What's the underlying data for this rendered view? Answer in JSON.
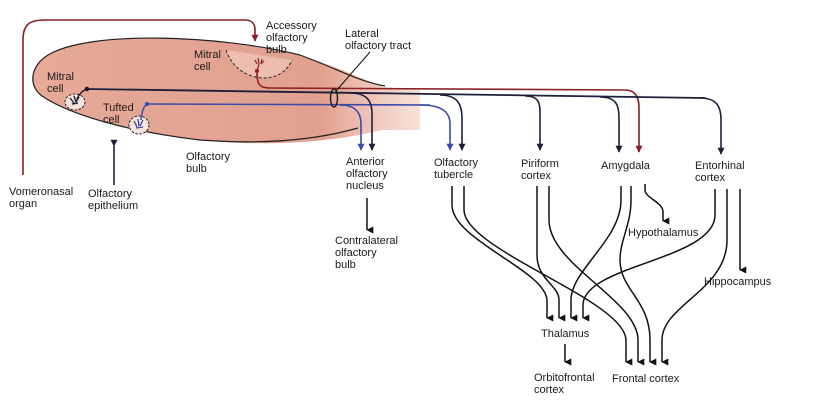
{
  "title": "Olfactory pathways",
  "colors": {
    "bulb_fill": "#e3a593",
    "bulb_fill_light": "#efc2b2",
    "main_pathway": "#1b1f3a",
    "tufted_pathway": "#3a4aa8",
    "accessory_pathway": "#8a1f24",
    "black": "#111111"
  },
  "labels": {
    "accessory_bulb": [
      "Accessory",
      "olfactory",
      "bulb"
    ],
    "lateral_tract": [
      "Lateral",
      "olfactory tract"
    ],
    "mitral_cell_accessory": [
      "Mitral",
      "cell"
    ],
    "mitral_cell_main": [
      "Mitral",
      "cell"
    ],
    "tufted_cell": [
      "Tufted",
      "cell"
    ],
    "olfactory_bulb": [
      "Olfactory",
      "bulb"
    ],
    "vomeronasal_organ": [
      "Vomeronasal",
      "organ"
    ],
    "olfactory_epithelium": [
      "Olfactory",
      "epithelium"
    ],
    "anterior_olfactory_nucleus": [
      "Anterior",
      "olfactory",
      "nucleus"
    ],
    "contralateral_bulb": [
      "Contralateral",
      "olfactory",
      "bulb"
    ],
    "olfactory_tubercle": [
      "Olfactory",
      "tubercle"
    ],
    "piriform_cortex": [
      "Piriform",
      "cortex"
    ],
    "amygdala": [
      "Amygdala"
    ],
    "entorhinal_cortex": [
      "Entorhinal",
      "cortex"
    ],
    "hypothalamus": [
      "Hypothalamus"
    ],
    "hippocampus": [
      "Hippocampus"
    ],
    "thalamus": [
      "Thalamus"
    ],
    "orbitofrontal_cortex": [
      "Orbitofrontal",
      "cortex"
    ],
    "frontal_cortex": [
      "Frontal cortex"
    ]
  }
}
